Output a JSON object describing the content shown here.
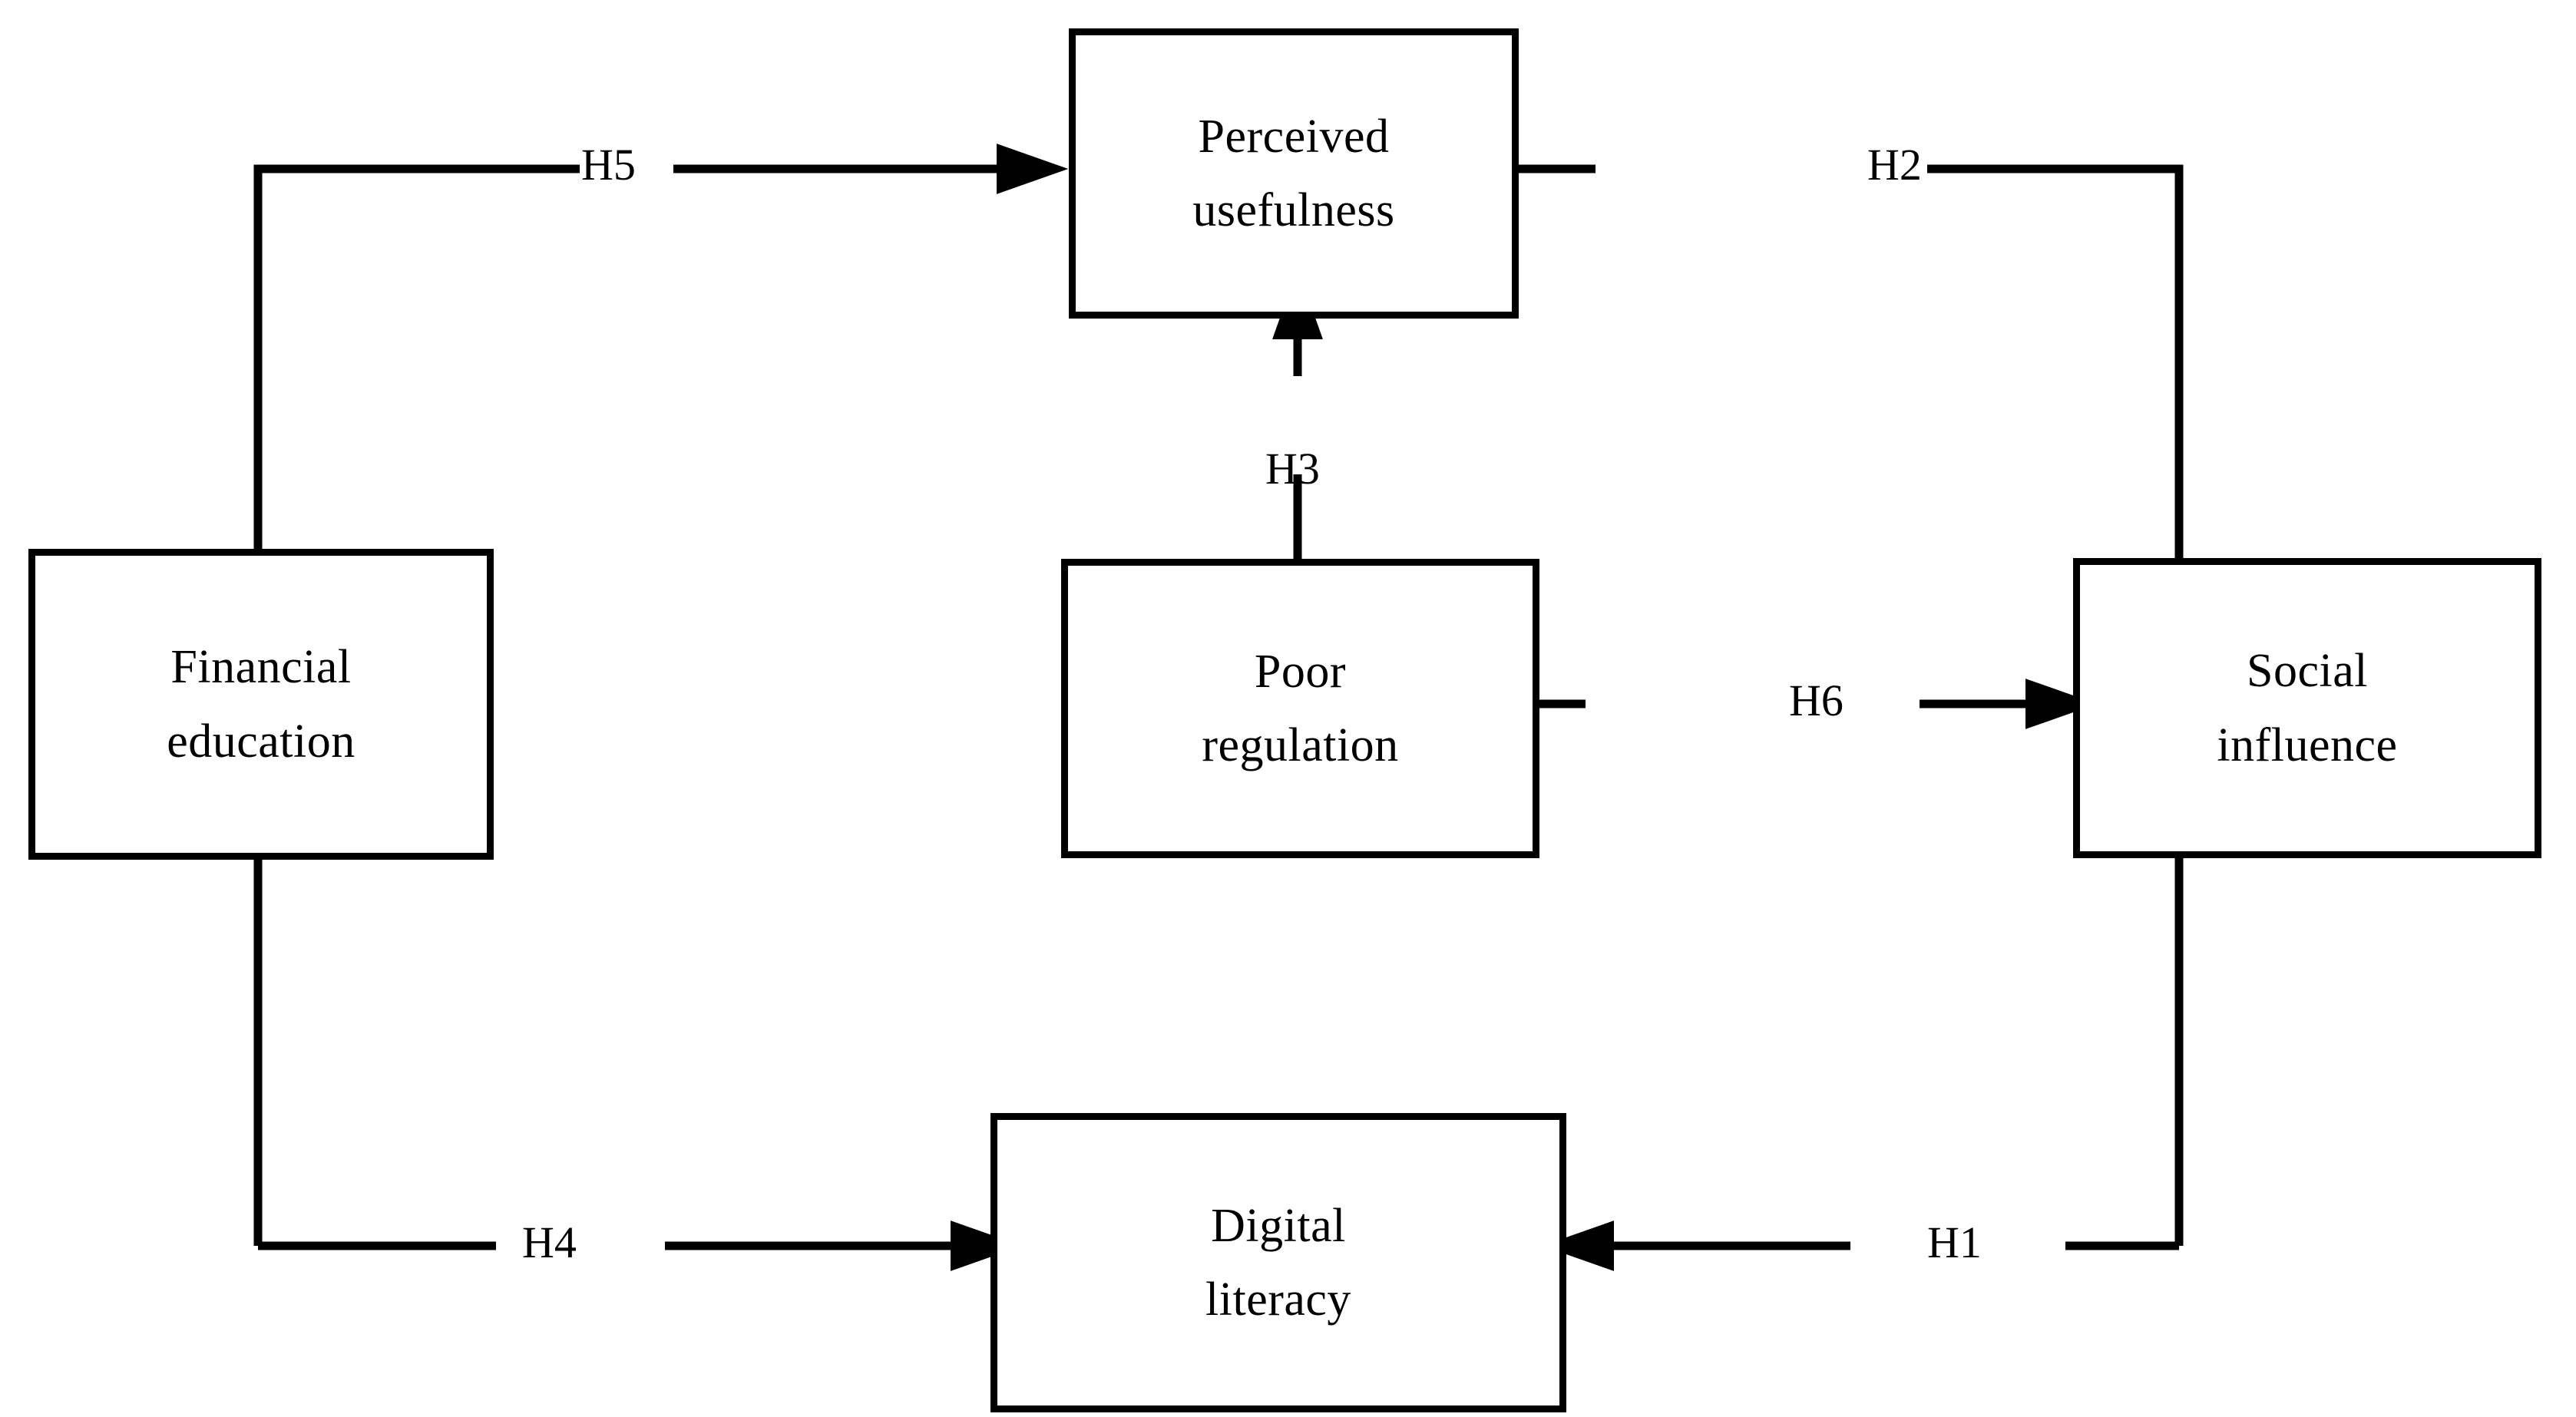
{
  "diagram": {
    "type": "conceptual-research-model",
    "background_color": "#ffffff",
    "stroke_color": "#000000",
    "nodes": [
      {
        "id": "perceived-usefulness",
        "line1": "Perceived",
        "line2": "usefulness"
      },
      {
        "id": "financial-education",
        "line1": "Financial",
        "line2": "education"
      },
      {
        "id": "poor-regulation",
        "line1": "Poor",
        "line2": "regulation"
      },
      {
        "id": "social-influence",
        "line1": "Social",
        "line2": "influence"
      },
      {
        "id": "digital-literacy",
        "line1": "Digital",
        "line2": "literacy"
      }
    ],
    "edges": [
      {
        "id": "h1",
        "label": "H1",
        "from": "social-influence",
        "to": "digital-literacy"
      },
      {
        "id": "h2",
        "label": "H2",
        "from": "social-influence",
        "to": "perceived-usefulness"
      },
      {
        "id": "h3",
        "label": "H3",
        "from": "poor-regulation",
        "to": "perceived-usefulness"
      },
      {
        "id": "h4",
        "label": "H4",
        "from": "financial-education",
        "to": "digital-literacy"
      },
      {
        "id": "h5",
        "label": "H5",
        "from": "financial-education",
        "to": "perceived-usefulness"
      },
      {
        "id": "h6",
        "label": "H6",
        "from": "poor-regulation",
        "to": "social-influence"
      }
    ]
  }
}
